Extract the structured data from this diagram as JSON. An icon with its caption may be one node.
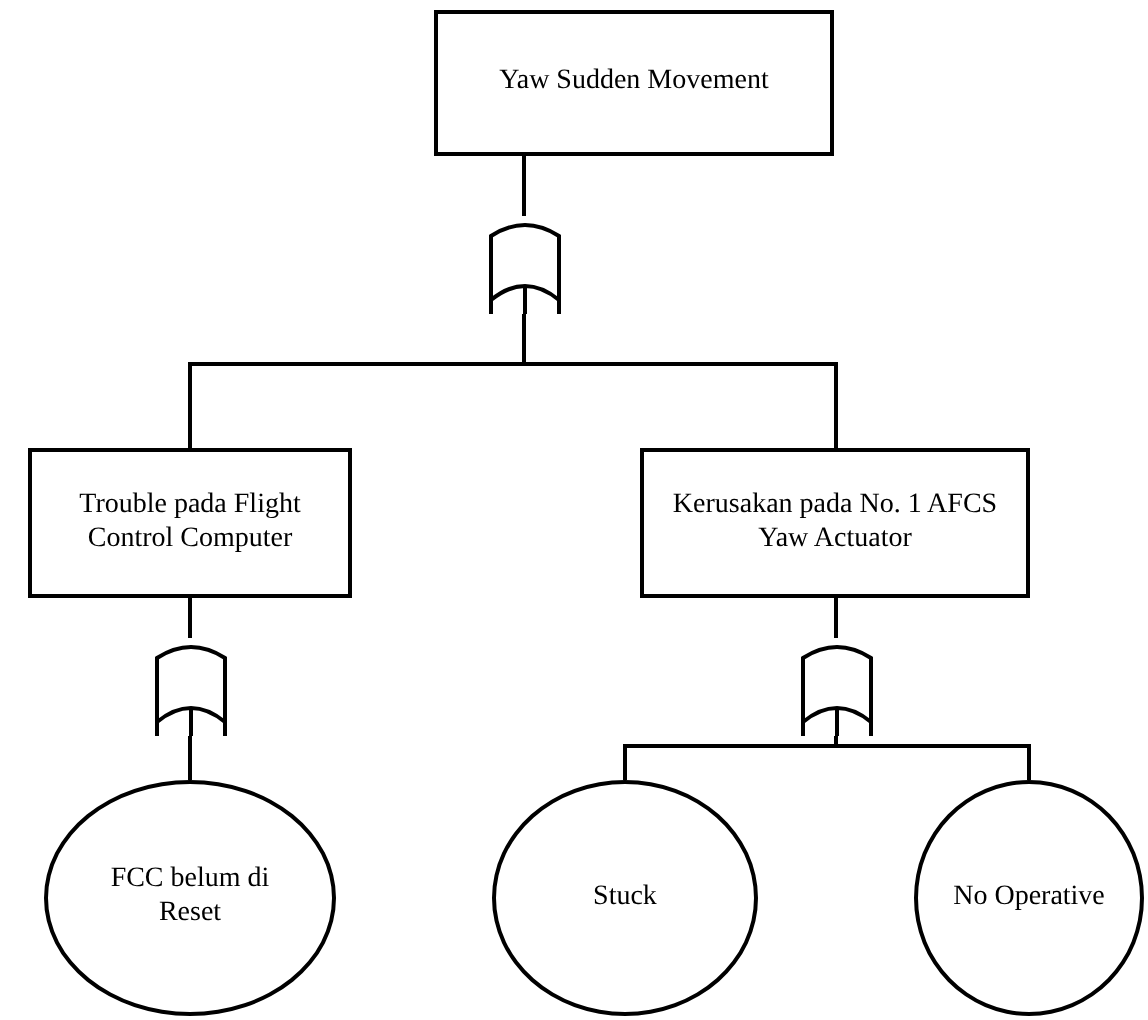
{
  "diagram": {
    "nodes": [
      {
        "text": [
          "Yaw Sudden Movement"
        ]
      },
      {
        "text": [],
        "shape": "gate"
      },
      {
        "text": [
          "Trouble pada Flight Control Computer"
        ]
      },
      {
        "text": [
          "Kerusakan pada No. 1 AFCS Yaw Actuator"
        ]
      },
      {
        "text": [],
        "shape": "gate"
      },
      {
        "text": [],
        "shape": "gate"
      },
      {
        "text": [
          "FCC belum di Reset"
        ]
      },
      {
        "text": [
          "Stuck"
        ]
      },
      {
        "text": [
          "No Operative"
        ]
      }
    ],
    "edges": [
      {
        "from": 0,
        "to": 1,
        "arrow": "none"
      },
      {
        "from": 1,
        "to": 2,
        "arrow": "none"
      },
      {
        "from": 1,
        "to": 3,
        "arrow": "none"
      },
      {
        "from": 2,
        "to": 4,
        "arrow": "none"
      },
      {
        "from": 3,
        "to": 5,
        "arrow": "none"
      },
      {
        "from": 4,
        "to": 6,
        "arrow": "none"
      },
      {
        "from": 5,
        "to": 7,
        "arrow": "none"
      },
      {
        "from": 5,
        "to": 8,
        "arrow": "none"
      }
    ]
  }
}
